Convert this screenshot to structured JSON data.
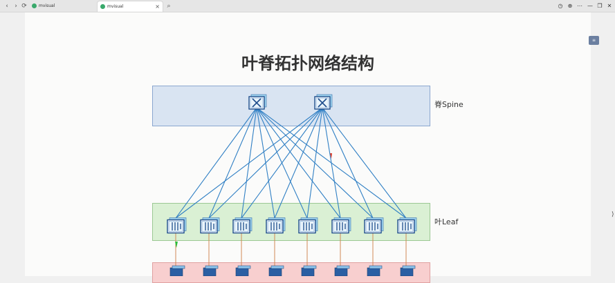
{
  "browser": {
    "tabs": [
      {
        "title": "mvisual",
        "active": false
      },
      {
        "title": "mvisual",
        "active": true
      }
    ],
    "nav": {
      "back": "‹",
      "forward": "›",
      "reload": "⟳"
    },
    "search_icon": "⌕",
    "win": {
      "history": "◷",
      "globe": "⊕",
      "more": "⋯",
      "minimize": "—",
      "restore": "❐",
      "close": "✕"
    }
  },
  "document": {
    "title": "叶脊拓扑网络结构",
    "layers": {
      "spine": {
        "label": "脊Spine",
        "count": 2
      },
      "leaf": {
        "label": "叶Leaf",
        "count": 8
      },
      "server": {
        "label": "",
        "count": 8
      }
    },
    "side_widget": "≡",
    "edge_caret": "⟩"
  },
  "colors": {
    "spine_link": "#2f7fc4",
    "uplink": "#d08a56",
    "highlight_arrow_red": "#d83a2a",
    "highlight_arrow_green": "#2bbd3b"
  }
}
